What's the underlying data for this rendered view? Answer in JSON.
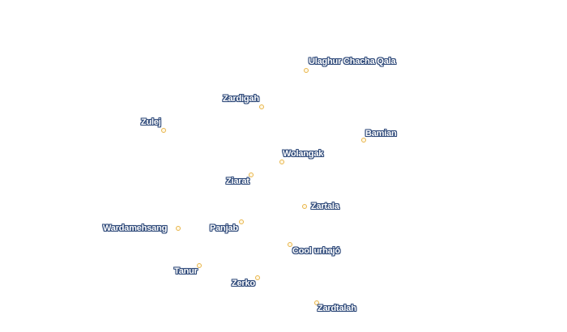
{
  "map": {
    "style": {
      "label_color": "#ffffff",
      "halo_color": "#2f4a7a",
      "marker_color": "#e8b54a"
    },
    "places": [
      {
        "id": "ulaghur-chacha-qala",
        "name": "Ulaghur Chacha Qala"
      },
      {
        "id": "zardigah",
        "name": "Zardigah"
      },
      {
        "id": "zulej",
        "name": "Zulej"
      },
      {
        "id": "bamian",
        "name": "Bamian"
      },
      {
        "id": "wolangak",
        "name": "Wolangak"
      },
      {
        "id": "ziarat",
        "name": "Ziarat"
      },
      {
        "id": "zartala",
        "name": "Zartala"
      },
      {
        "id": "wardamehsang",
        "name": "Wardamehsang"
      },
      {
        "id": "panjab",
        "name": "Panjab"
      },
      {
        "id": "cool-urhajo",
        "name": "Cool urhajó"
      },
      {
        "id": "tanur",
        "name": "Tanur"
      },
      {
        "id": "zerko",
        "name": "Zerko"
      },
      {
        "id": "zardtalah",
        "name": "Zardtalah"
      }
    ]
  }
}
